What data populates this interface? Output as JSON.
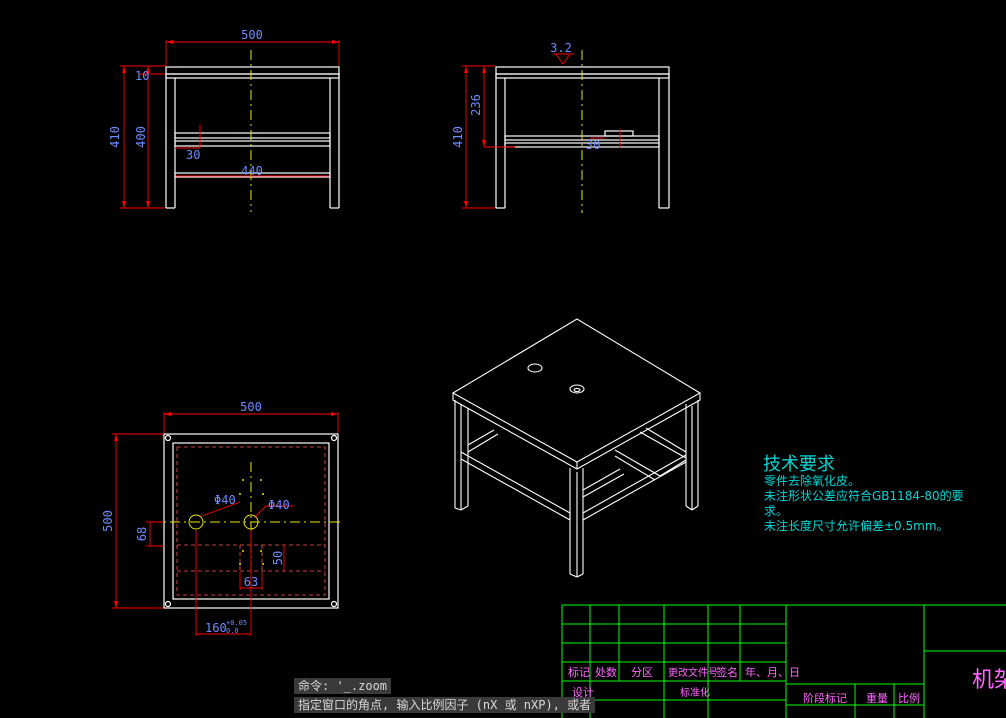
{
  "drawing": {
    "front_view": {
      "dim_width": "500",
      "dim_top": "10",
      "dim_height_total": "410",
      "dim_height_frame": "400",
      "dim_shelf": "30",
      "dim_inner": "440"
    },
    "side_view": {
      "dim_roughness": "3.2",
      "dim_shelf_height": "236",
      "dim_height_total": "410",
      "dim_shelf": "30"
    },
    "top_view": {
      "dim_width": "500",
      "dim_height": "500",
      "dim_offset": "68",
      "hole_left": "Φ40",
      "hole_right": "Φ40",
      "dim_slot": "50",
      "dim_slot_width": "63",
      "dim_hole_spacing": "160",
      "tol_upper": "+0.05",
      "tol_lower": "0.0"
    },
    "tech_requirements": {
      "title": "技术要求",
      "line1": "零件去除氧化皮。",
      "line2a": "未注形状公差应符合GB1184-80的要",
      "line2b": "求。",
      "line3": "未注长度尺寸允许偏差±0.5mm。"
    },
    "title_block": {
      "col_mark": "标记",
      "col_count": "处数",
      "col_zone": "分区",
      "col_change_doc": "更改文件号",
      "col_sign": "签名",
      "col_date": "年、月、日",
      "row_design": "设计",
      "row_standard": "标准化",
      "stage_mark": "阶段标记",
      "weight": "重量",
      "scale": "比例",
      "part_name": "机架"
    },
    "colors": {
      "geometry": "#ffffff",
      "dimension": "#ff0000",
      "dim_text": "#6e8cff",
      "centerline": "#e6e600",
      "tech_text": "#00d7d7",
      "title_grid": "#00ff00",
      "title_text": "#ff66ff"
    }
  },
  "command_line": {
    "history": "命令: '_.zoom",
    "prompt": "指定窗口的角点, 输入比例因子 (nX 或 nXP), 或者"
  }
}
